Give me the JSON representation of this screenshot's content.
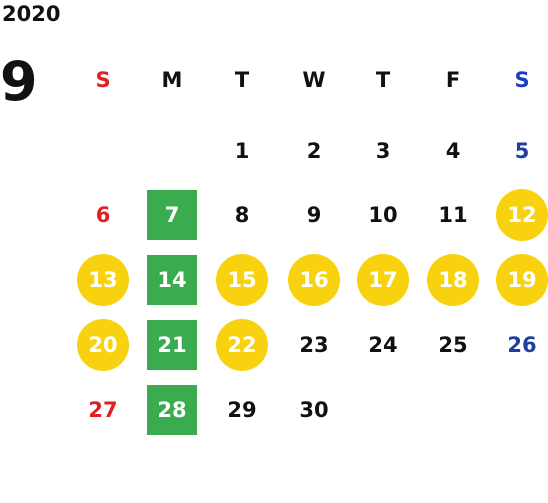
{
  "year": "2020",
  "month": "9",
  "colors": {
    "sunday": "#e02020",
    "saturday": "#1d3fa0",
    "circle_highlight": "#f8d20e",
    "box_highlight": "#3aac4f"
  },
  "weekdays": [
    "S",
    "M",
    "T",
    "W",
    "T",
    "F",
    "S"
  ],
  "weeks": [
    [
      null,
      null,
      {
        "d": "1"
      },
      {
        "d": "2"
      },
      {
        "d": "3"
      },
      {
        "d": "4"
      },
      {
        "d": "5"
      }
    ],
    [
      {
        "d": "6"
      },
      {
        "d": "7",
        "mark": "box"
      },
      {
        "d": "8"
      },
      {
        "d": "9"
      },
      {
        "d": "10"
      },
      {
        "d": "11"
      },
      {
        "d": "12",
        "mark": "circle"
      }
    ],
    [
      {
        "d": "13",
        "mark": "circle"
      },
      {
        "d": "14",
        "mark": "box"
      },
      {
        "d": "15",
        "mark": "circle"
      },
      {
        "d": "16",
        "mark": "circle"
      },
      {
        "d": "17",
        "mark": "circle"
      },
      {
        "d": "18",
        "mark": "circle"
      },
      {
        "d": "19",
        "mark": "circle"
      }
    ],
    [
      {
        "d": "20",
        "mark": "circle"
      },
      {
        "d": "21",
        "mark": "box"
      },
      {
        "d": "22",
        "mark": "circle"
      },
      {
        "d": "23"
      },
      {
        "d": "24"
      },
      {
        "d": "25"
      },
      {
        "d": "26"
      }
    ],
    [
      {
        "d": "27"
      },
      {
        "d": "28",
        "mark": "box"
      },
      {
        "d": "29"
      },
      {
        "d": "30"
      },
      null,
      null,
      null
    ]
  ]
}
